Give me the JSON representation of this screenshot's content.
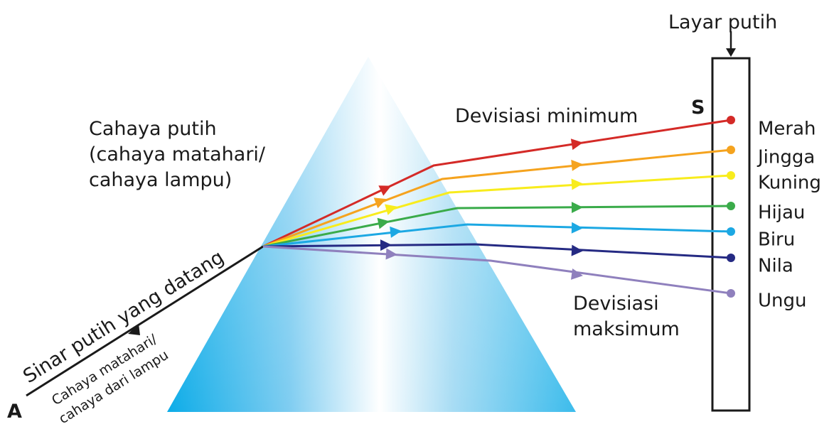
{
  "screen_label": "Layar putih",
  "point_s": "S",
  "point_a": "A",
  "incident_ray_label": "Sinar putih yang datang",
  "incident_ray_sublabel_line1": "Cahaya matahari/",
  "incident_ray_sublabel_line2": "cahaya dari lampu",
  "white_light_label": [
    "Cahaya putih",
    "(cahaya matahari/",
    "cahaya lampu)"
  ],
  "min_deviation_label": "Devisiasi minimum",
  "max_deviation_label": [
    "Devisiasi",
    "maksimum"
  ],
  "rays": [
    {
      "name": "Merah",
      "color": "#d42a27"
    },
    {
      "name": "Jingga",
      "color": "#f5a31e"
    },
    {
      "name": "Kuning",
      "color": "#f8ec1d"
    },
    {
      "name": "Hijau",
      "color": "#3aab4a"
    },
    {
      "name": "Biru",
      "color": "#1ca8e3"
    },
    {
      "name": "Nila",
      "color": "#252a83"
    },
    {
      "name": "Ungu",
      "color": "#8f80bd"
    }
  ],
  "colors": {
    "prism_top": "#bfe3f6",
    "prism_edge": "#0fb0ea",
    "incident_ray": "#1a1a1a"
  }
}
